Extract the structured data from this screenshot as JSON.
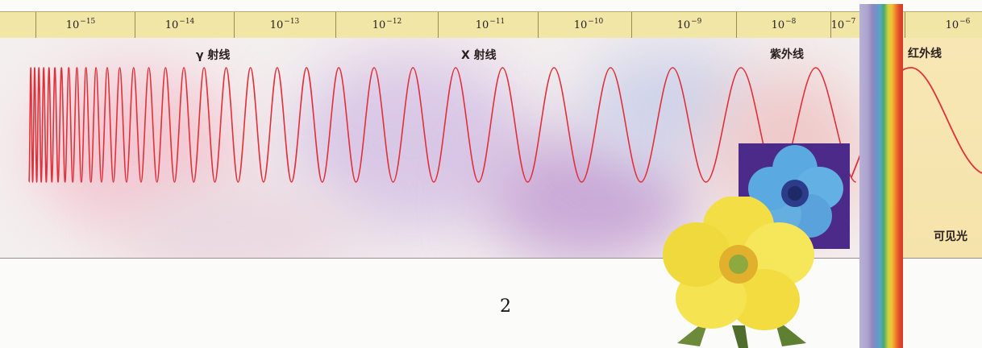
{
  "scale": {
    "ticks": [
      {
        "base": "10",
        "exp": "−15"
      },
      {
        "base": "10",
        "exp": "−14"
      },
      {
        "base": "10",
        "exp": "−13"
      },
      {
        "base": "10",
        "exp": "−12"
      },
      {
        "base": "10",
        "exp": "−11"
      },
      {
        "base": "10",
        "exp": "−10"
      },
      {
        "base": "10",
        "exp": "−9"
      },
      {
        "base": "10",
        "exp": "−8"
      },
      {
        "base": "10",
        "exp": "−7"
      },
      {
        "base": "10",
        "exp": "−6"
      }
    ]
  },
  "labels": {
    "gamma": "γ 射线",
    "xray": "X 射线",
    "uv": "紫外线",
    "ir": "红外线",
    "visible": "可见光"
  },
  "page_number": "2",
  "colors": {
    "scale_bg": "#f2e6a6",
    "wave": "#e0303a",
    "ir_panel": "#f8e7b4",
    "violet_square": "#4b2a8a",
    "blue_flower": "#5aa9e0",
    "yellow_flower": "#f4e34a"
  },
  "images": {
    "violet_flower": "blue flower on violet square",
    "yellow_flower": "yellow flower"
  }
}
